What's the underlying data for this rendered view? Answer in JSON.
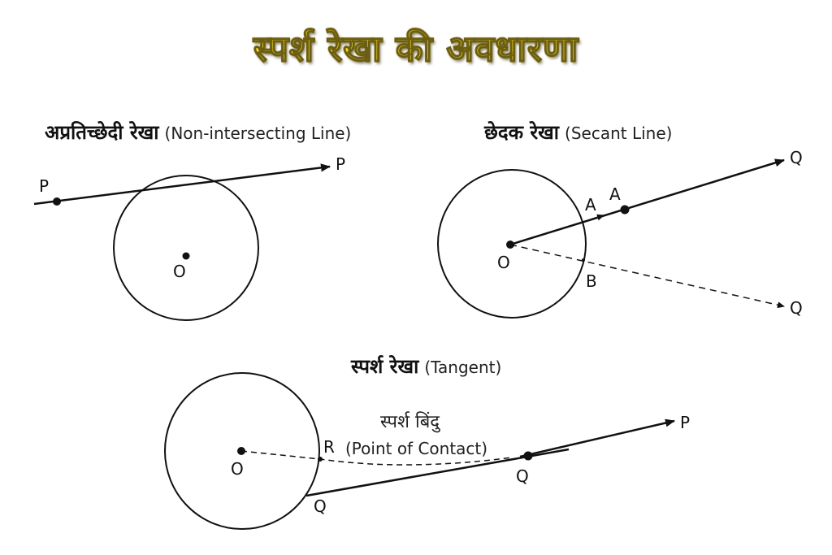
{
  "title": "स्पर्श रेखा की अवधारणा",
  "colors": {
    "title_fill": "#f5d81e",
    "title_outline": "#6b5e12",
    "line": "#111111",
    "background": "#ffffff"
  },
  "panels": {
    "non_intersecting": {
      "heading_hi": "अप्रतिच्छेदी रेखा",
      "heading_en": "(Non-intersecting Line)",
      "labels": {
        "point_left": "P",
        "point_right": "P",
        "center": "O"
      }
    },
    "secant": {
      "heading_hi": "छेदक रेखा",
      "heading_en": "(Secant Line)",
      "labels": {
        "center": "O",
        "a1": "A",
        "a2": "A",
        "b": "B",
        "q_top": "Q",
        "q_bottom": "Q"
      }
    },
    "tangent": {
      "heading_hi": "स्पर्श रेखा",
      "heading_en": "(Tangent)",
      "contact_hi": "स्पर्श बिंदु",
      "contact_en": "(Point of Contact)",
      "labels": {
        "center": "O",
        "r": "R",
        "q_circle": "Q",
        "q_line": "Q",
        "p": "P"
      }
    }
  }
}
